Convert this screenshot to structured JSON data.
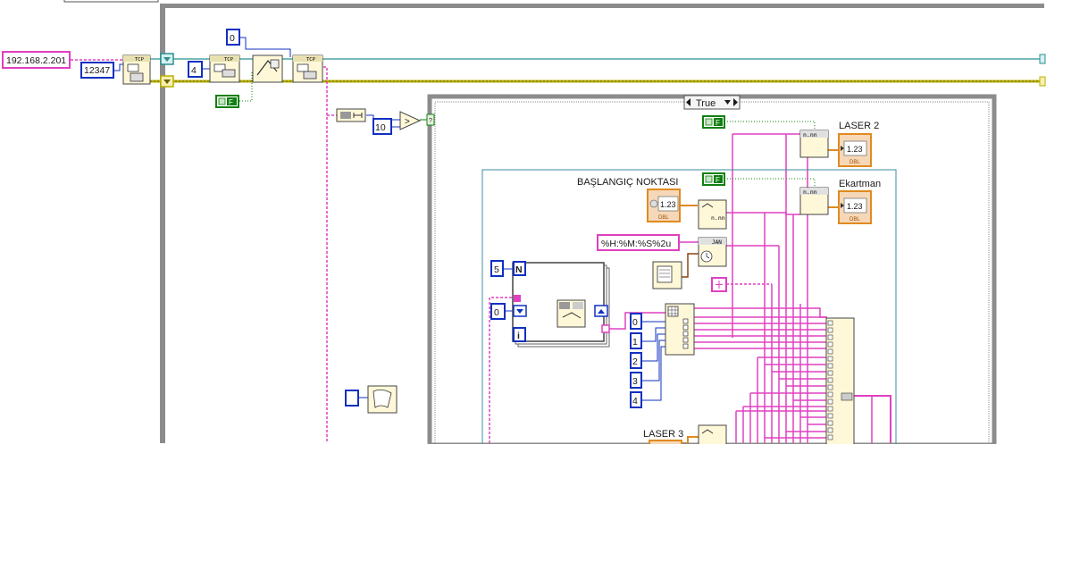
{
  "constants": {
    "ip_address": "192.168.2.201",
    "port": "12347",
    "timeout_zero": "0",
    "bytes_to_read": "4",
    "compare_value": "10",
    "loop_count": "5",
    "shift_init": "0",
    "index_0": "0",
    "index_1": "1",
    "index_2": "2",
    "index_3": "3",
    "index_4": "4",
    "time_format": "%H:%M:%S%2u"
  },
  "boolean_constant_label": "F",
  "case_structure": {
    "selector_label": "True"
  },
  "labels": {
    "laser_2": "LASER 2",
    "ekartman": "Ekartman",
    "baslangic": "BAŞLANGIÇ NOKTASI",
    "laser_3": "LASER 3"
  },
  "indicator_text": {
    "numeric": "1.23",
    "dbl": "DBL",
    "fmt": "n.nn",
    "tcp": "TCP",
    "jan": "JAN"
  },
  "loop_terminal": {
    "count": "N",
    "iteration": "i"
  },
  "colors": {
    "string_wire": "#e040c0",
    "numeric_wire": "#1030c0",
    "boolean_wire": "#108010",
    "refnum_wire": "#2a9090",
    "error_wire": "#b8b000",
    "dbl_indicator": "#e08a20",
    "frame_gray": "#8c8c8c",
    "struct_border": "#3c8ca0"
  }
}
